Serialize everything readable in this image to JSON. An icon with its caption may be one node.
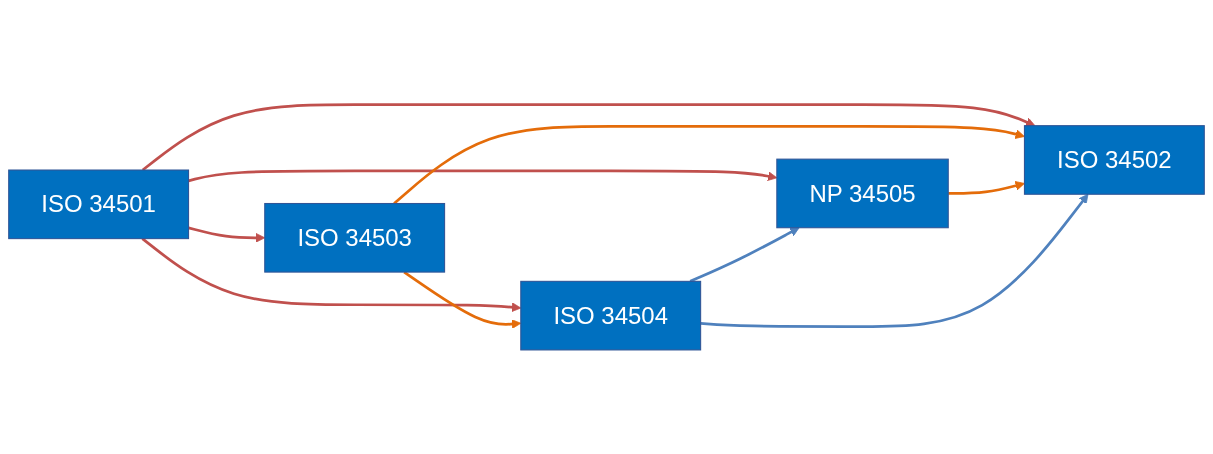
{
  "diagram": {
    "nodes": [
      {
        "text": [
          "ISO 34501"
        ]
      },
      {
        "text": [
          "ISO 34503"
        ]
      },
      {
        "text": [
          "ISO 34502"
        ]
      },
      {
        "text": [
          "NP 34505"
        ]
      },
      {
        "text": [
          "ISO 34504"
        ]
      }
    ],
    "edges": [
      {
        "from": 0,
        "to": 1,
        "arrow": "to",
        "color": "#c0504d"
      },
      {
        "from": 0,
        "to": 2,
        "arrow": "to",
        "color": "#c0504d"
      },
      {
        "from": 0,
        "to": 3,
        "arrow": "to",
        "color": "#c0504d"
      },
      {
        "from": 0,
        "to": 4,
        "arrow": "to",
        "color": "#c0504d"
      },
      {
        "from": 1,
        "to": 2,
        "arrow": "to",
        "color": "#e46c0a"
      },
      {
        "from": 1,
        "to": 4,
        "arrow": "to",
        "color": "#e46c0a"
      },
      {
        "from": 3,
        "to": 2,
        "arrow": "to",
        "color": "#e46c0a"
      },
      {
        "from": 4,
        "to": 3,
        "arrow": "to",
        "color": "#4f81bd"
      },
      {
        "from": 4,
        "to": 2,
        "arrow": "to",
        "color": "#4f81bd"
      }
    ]
  }
}
